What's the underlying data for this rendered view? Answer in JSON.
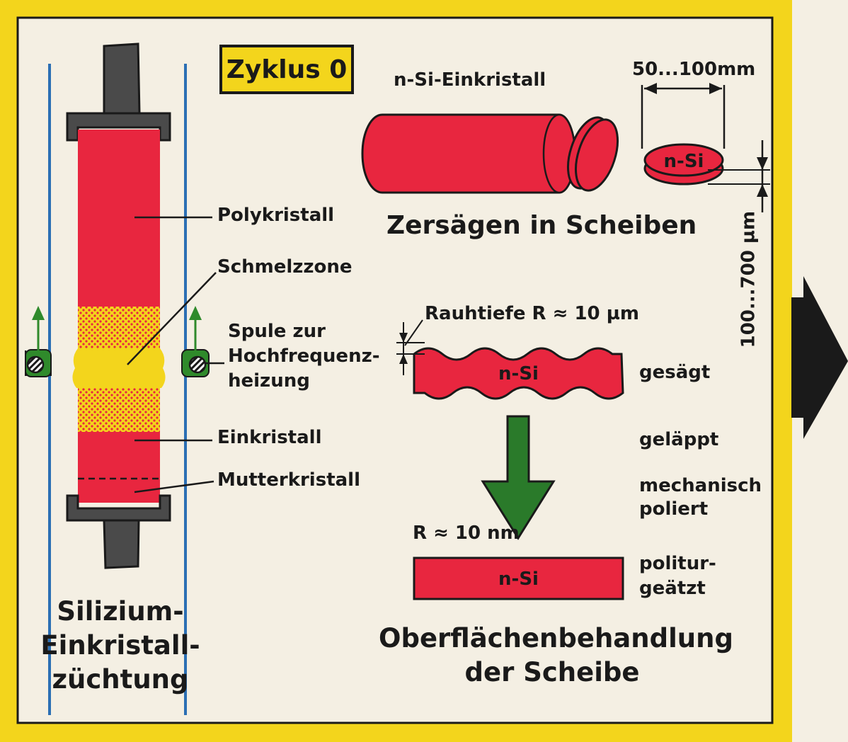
{
  "colors": {
    "frame_yellow": "#f3d51c",
    "crystal_red": "#e8263f",
    "melt_yellow": "#f3d51c",
    "coil_green": "#2f8a2b",
    "rail_blue": "#2b6fb4",
    "holder_gray": "#4a4a4a",
    "arrow_green": "#2a7a2a",
    "arrow_black": "#1a1a1a"
  },
  "cycle_label": "Zyklus 0",
  "growth": {
    "title_lines": [
      "Silizium-",
      "Einkristall-",
      "züchtung"
    ],
    "labels": {
      "polycrystal": "Polykristall",
      "melt_zone": "Schmelzzone",
      "coil_line1": "Spule zur",
      "coil_line2": "Hochfrequenz-",
      "coil_line3": "heizung",
      "single_crystal": "Einkristall",
      "seed_crystal": "Mutterkristall"
    }
  },
  "sawing": {
    "ingot_label": "n-Si-Einkristall",
    "diameter_label": "50...100mm",
    "wafer_label": "n-Si",
    "thickness_label": "100...700 µm",
    "title": "Zersägen in Scheiben"
  },
  "surface": {
    "roughness_label": "Rauhtiefe R ≈ 10 µm",
    "wafer_sawn_label": "n-Si",
    "step_sawn": "gesägt",
    "step_lapped": "geläppt",
    "step_polished_line1": "mechanisch",
    "step_polished_line2": "poliert",
    "final_roughness": "R ≈ 10 nm",
    "wafer_final_label": "n-Si",
    "step_etched_line1": "politur-",
    "step_etched_line2": "geätzt",
    "title_line1": "Oberflächenbehandlung",
    "title_line2": "der Scheibe"
  }
}
